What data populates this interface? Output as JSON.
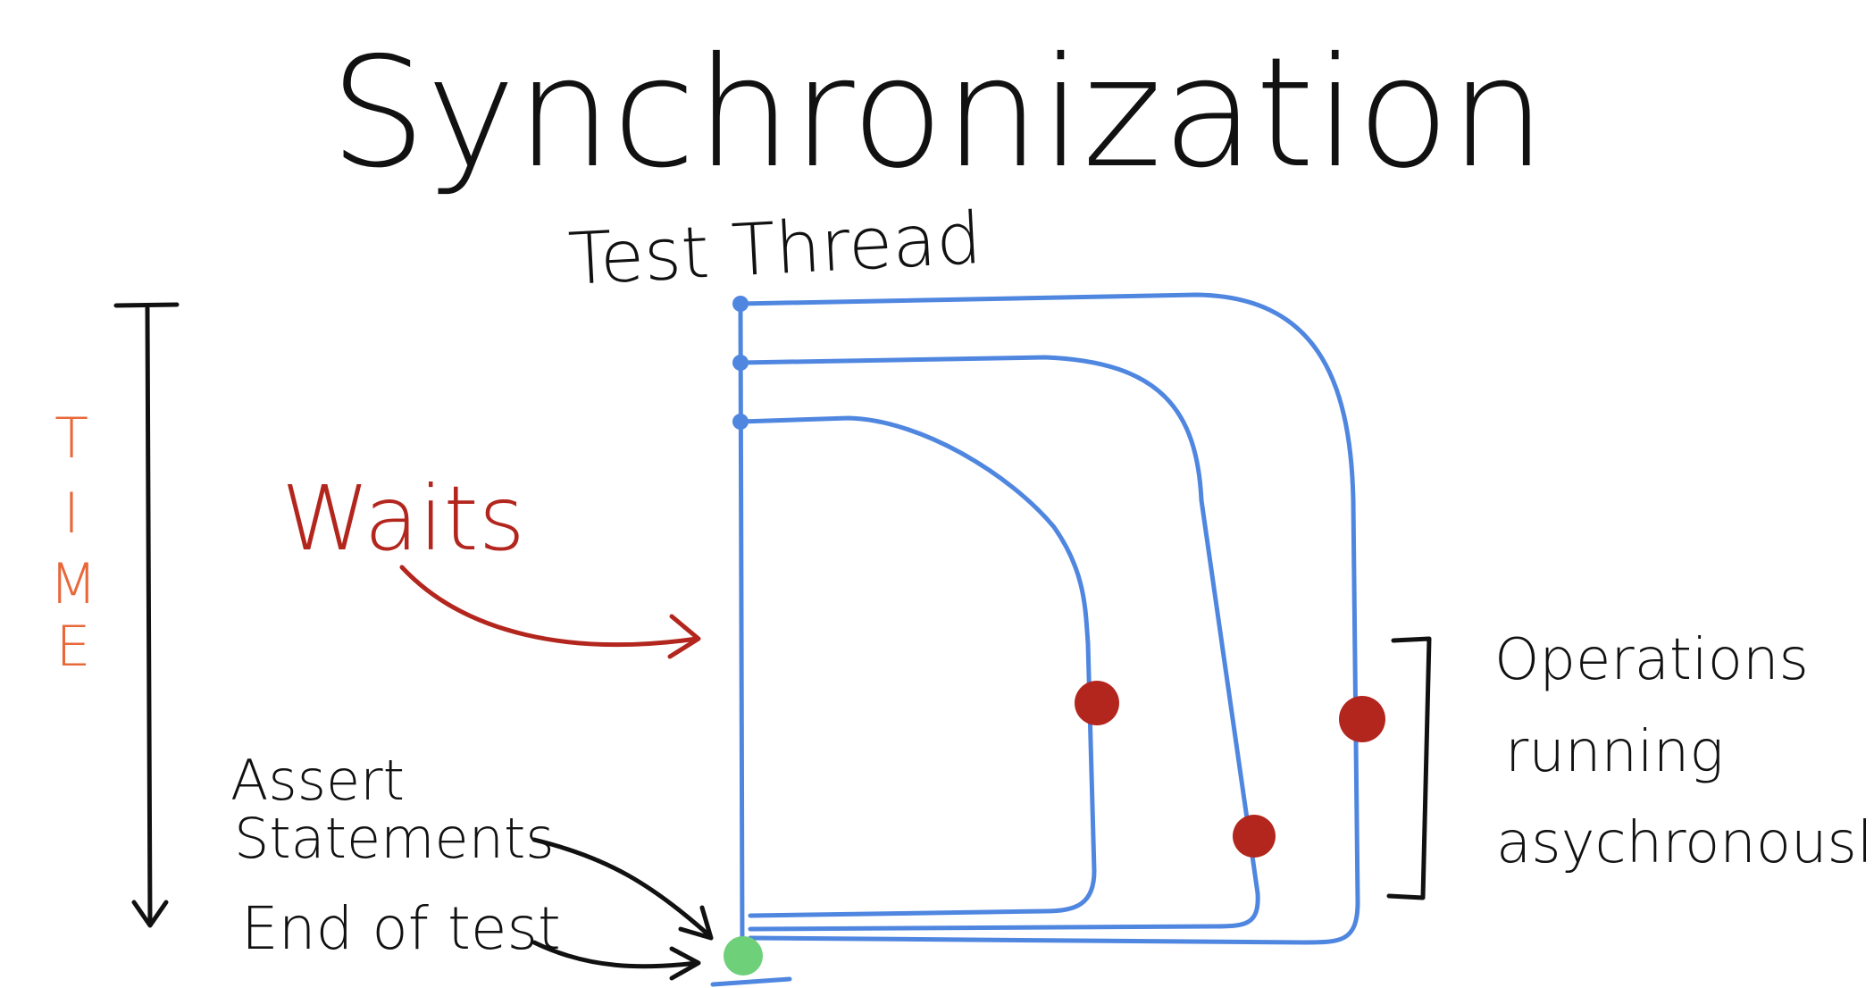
{
  "title": "Synchronization",
  "thread_label": "Test Thread",
  "time_axis": {
    "letters": [
      "T",
      "I",
      "M",
      "E"
    ]
  },
  "waits_label": "Waits",
  "assert_label": {
    "line1": "Assert",
    "line2": "Statements"
  },
  "end_label": "End of test",
  "operations_label": {
    "line1": "Operations",
    "line2": "running",
    "line3": "asychronously"
  },
  "colors": {
    "ink": "#111111",
    "time": "#e8683a",
    "waits": "#b3261e",
    "thread": "#4f86e0",
    "operation_dot": "#b3261e",
    "end_dot": "#6fd07a"
  }
}
